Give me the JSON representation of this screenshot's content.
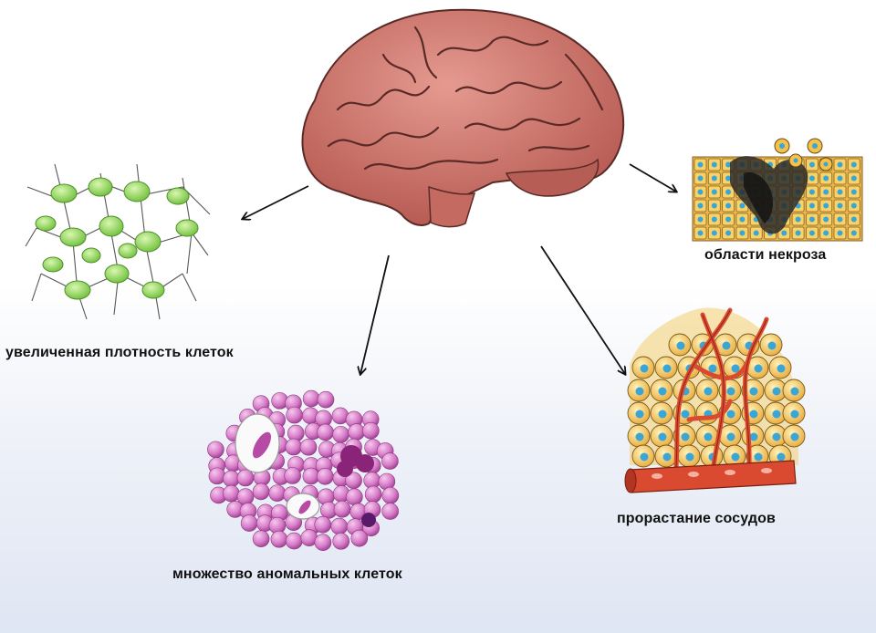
{
  "labels": {
    "density": "увеличенная плотность клеток",
    "necrosis": "области некроза",
    "vessels": "прорастание сосудов",
    "abnormal": "множество аномальных клеток"
  },
  "icons": {
    "center": "brain-icon",
    "density": "glial-cells-icon",
    "necrosis": "necrotic-tissue-icon",
    "vessels": "angiogenesis-icon",
    "abnormal": "abnormal-cells-icon"
  },
  "colors": {
    "brain": "#c9736b",
    "glia": "#8fd35a",
    "necrosis_cell": "#f2c24d",
    "nucleus": "#3aa6d6",
    "vessel": "#d94a30",
    "abnormal_cell": "#d77cc8"
  }
}
